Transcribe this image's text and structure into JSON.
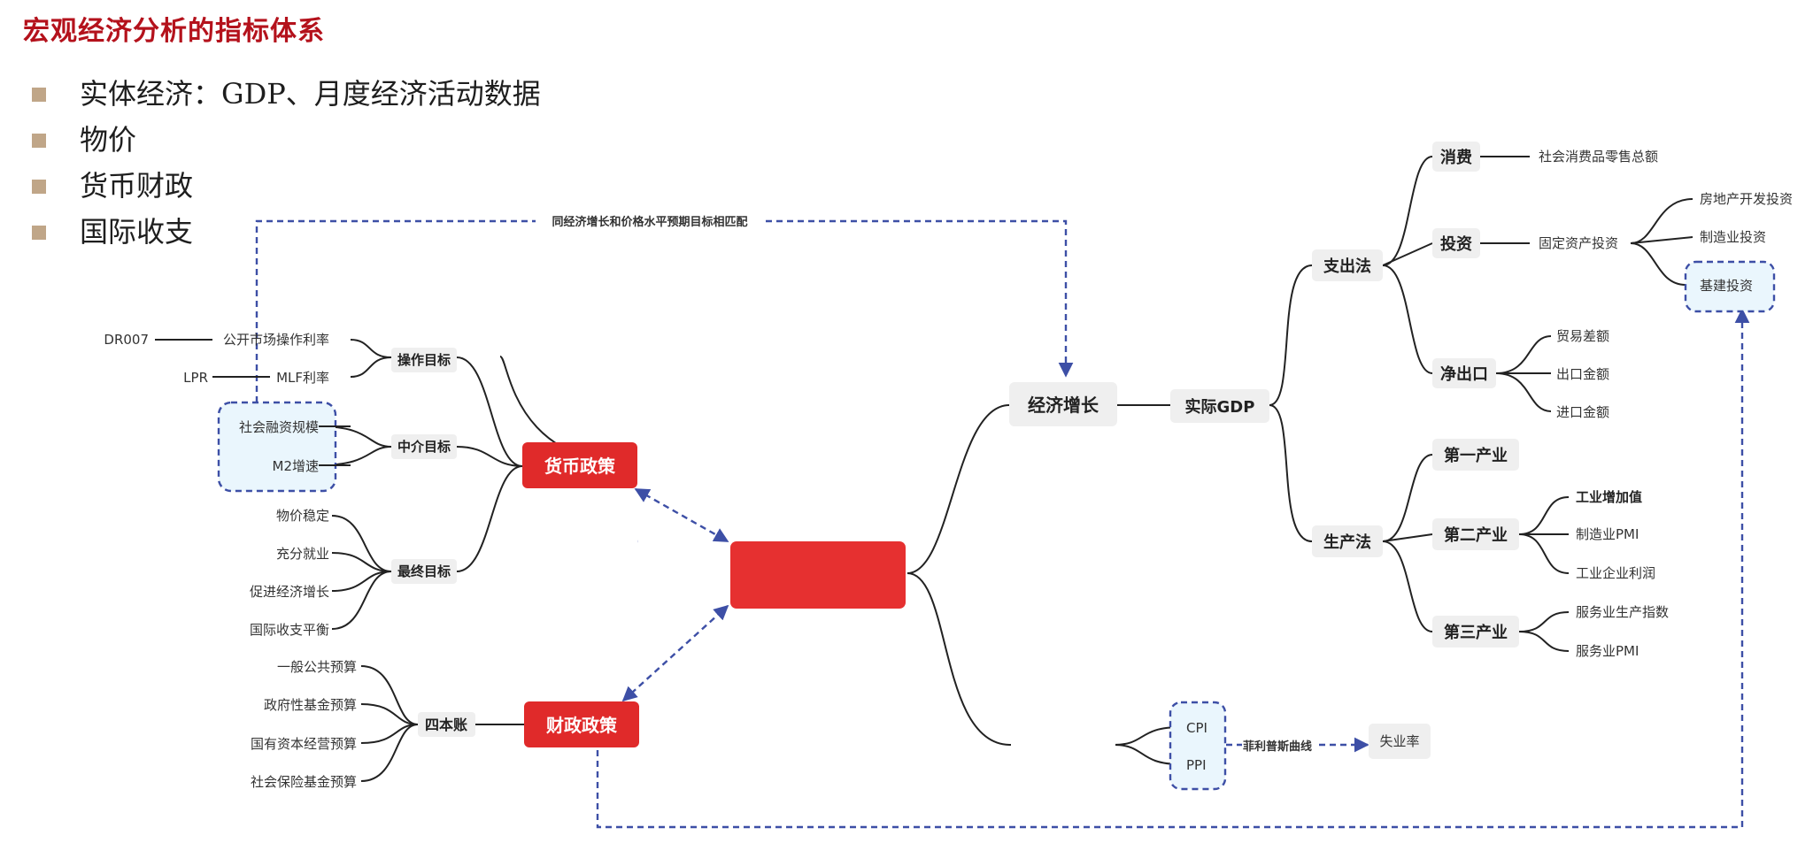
{
  "title": "宏观经济分析的指标体系",
  "bullets": [
    "实体经济：GDP、月度经济活动数据",
    "物价",
    "货币财政",
    "国际收支"
  ],
  "colors": {
    "title": "#b4121c",
    "bullet_marker": "#c0a688",
    "policy_node": "#e02a2a",
    "dashed": "#3d4fa6",
    "node_bg": "#efefef",
    "dashed_box_bg": "#eaf6fd",
    "line": "#222222"
  },
  "diagram": {
    "top_link_label": "同经济增长和价格水平预期目标相匹配",
    "monetary": {
      "label": "货币政策",
      "operating": {
        "label": "操作目标",
        "items": [
          {
            "label": "公开市场操作利率",
            "sub": "DR007"
          },
          {
            "label": "MLF利率",
            "sub": "LPR"
          }
        ]
      },
      "intermediate": {
        "label": "中介目标",
        "items": [
          "社会融资规模",
          "M2增速"
        ]
      },
      "final": {
        "label": "最终目标",
        "items": [
          "物价稳定",
          "充分就业",
          "促进经济增长",
          "国际收支平衡"
        ]
      }
    },
    "fiscal": {
      "label": "财政政策",
      "four_accounts": {
        "label": "四本账",
        "items": [
          "一般公共预算",
          "政府性基金预算",
          "国有资本经营预算",
          "社会保险基金预算"
        ]
      }
    },
    "growth": {
      "label": "经济增长",
      "real_gdp": "实际GDP",
      "expenditure": {
        "label": "支出法",
        "consumption": {
          "label": "消费",
          "items": [
            "社会消费品零售总额"
          ]
        },
        "investment": {
          "label": "投资",
          "sub": "固定资产投资",
          "items": [
            "房地产开发投资",
            "制造业投资",
            "基建投资"
          ]
        },
        "net_export": {
          "label": "净出口",
          "items": [
            "贸易差额",
            "出口金额",
            "进口金额"
          ]
        }
      },
      "production": {
        "label": "生产法",
        "primary": {
          "label": "第一产业"
        },
        "secondary": {
          "label": "第二产业",
          "items": [
            "工业增加值",
            "制造业PMI",
            "工业企业利润"
          ]
        },
        "tertiary": {
          "label": "第三产业",
          "items": [
            "服务业生产指数",
            "服务业PMI"
          ]
        }
      }
    },
    "prices": {
      "items": [
        "CPI",
        "PPI"
      ],
      "phillips": "菲利普斯曲线",
      "unemployment": "失业率"
    }
  }
}
